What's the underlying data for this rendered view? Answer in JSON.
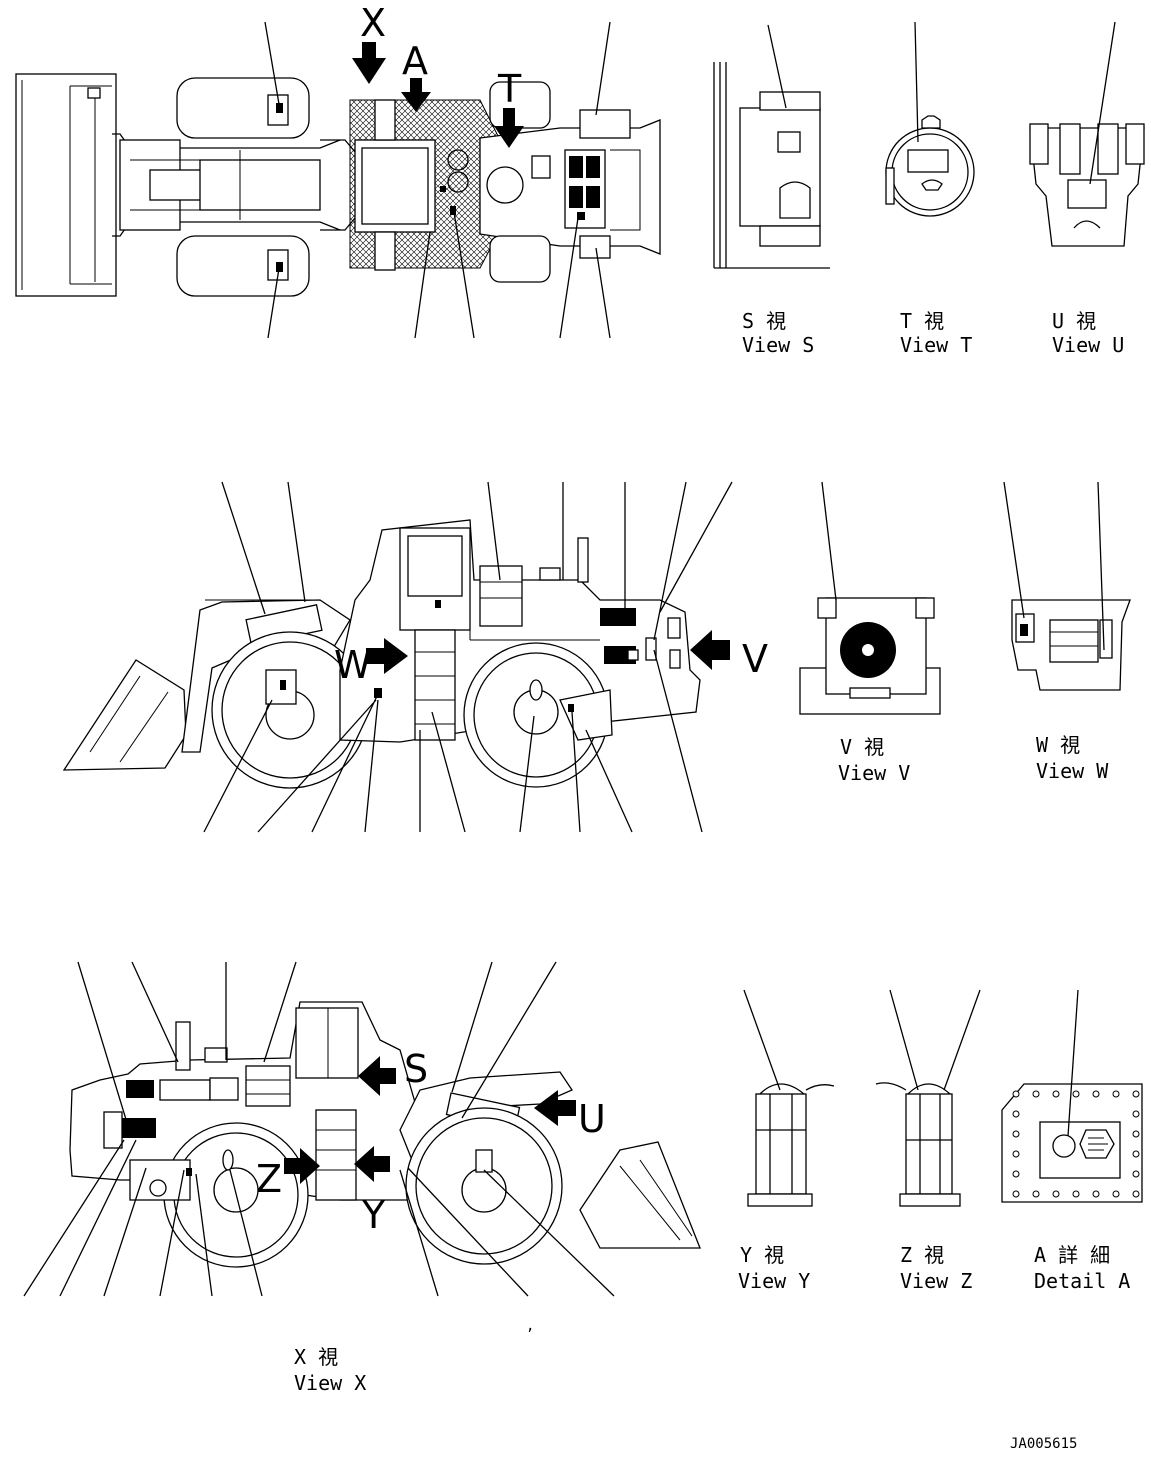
{
  "drawing_code": "JA005615",
  "stray_mark": ",",
  "arrow_letters": {
    "top_x": "X",
    "top_a": "A",
    "top_t": "T",
    "side_w": "W",
    "side_v": "V",
    "x_s": "S",
    "x_u": "U",
    "x_z": "Z",
    "x_y": "Y"
  },
  "views": {
    "s": {
      "jp": "S 視",
      "en": "View S"
    },
    "t": {
      "jp": "T 視",
      "en": "View T"
    },
    "u": {
      "jp": "U 視",
      "en": "View U"
    },
    "v": {
      "jp": "V 視",
      "en": "View V"
    },
    "w": {
      "jp": "W 視",
      "en": "View W"
    },
    "y": {
      "jp": "Y 視",
      "en": "View Y"
    },
    "z": {
      "jp": "Z 視",
      "en": "View Z"
    },
    "a": {
      "jp": "A 詳 細",
      "en": "Detail A"
    },
    "x": {
      "jp": "X 視",
      "en": "View X"
    }
  }
}
